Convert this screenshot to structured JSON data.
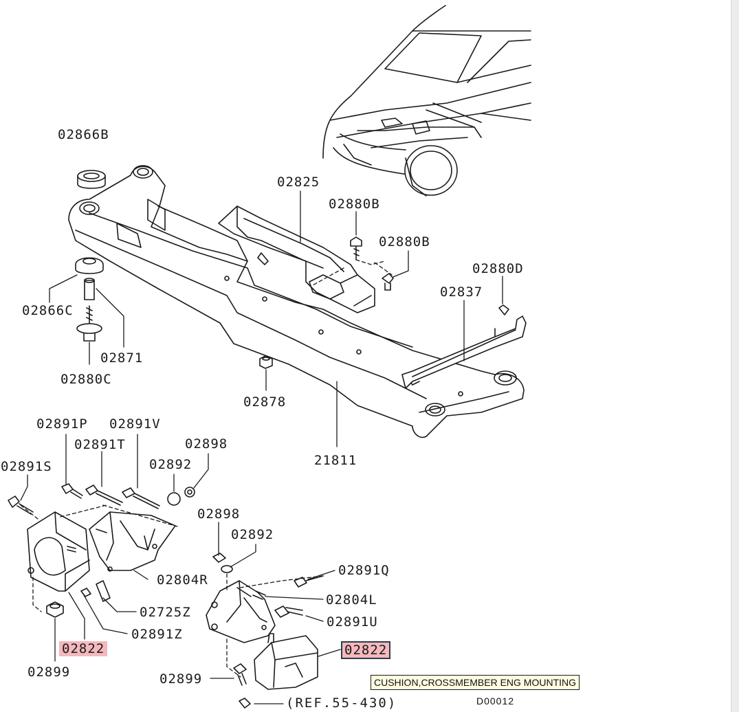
{
  "parts": {
    "p02866B": "02866B",
    "p02825": "02825",
    "p02880B_a": "02880B",
    "p02880B_b": "02880B",
    "p02880D": "02880D",
    "p02837": "02837",
    "p02866C": "02866C",
    "p02871": "02871",
    "p02880C": "02880C",
    "p02878": "02878",
    "p21811": "21811",
    "p02891P": "02891P",
    "p02891V": "02891V",
    "p02891T": "02891T",
    "p02898_a": "02898",
    "p02892_a": "02892",
    "p02891S": "02891S",
    "p02898_b": "02898",
    "p02892_b": "02892",
    "p02891Q": "02891Q",
    "p02804R": "02804R",
    "p02804L": "02804L",
    "p02725Z": "02725Z",
    "p02891U": "02891U",
    "p02891Z": "02891Z",
    "p02822_a": "02822",
    "p02822_b": "02822",
    "p02899_a": "02899",
    "p02899_b": "02899"
  },
  "ref_text": "(REF.55-430)",
  "tooltip_text": "CUSHION,CROSSMEMBER ENG MOUNTING",
  "diagram_code": "D00012",
  "colors": {
    "highlight": "#f4b8bd",
    "tooltip_bg": "#fffde0"
  }
}
